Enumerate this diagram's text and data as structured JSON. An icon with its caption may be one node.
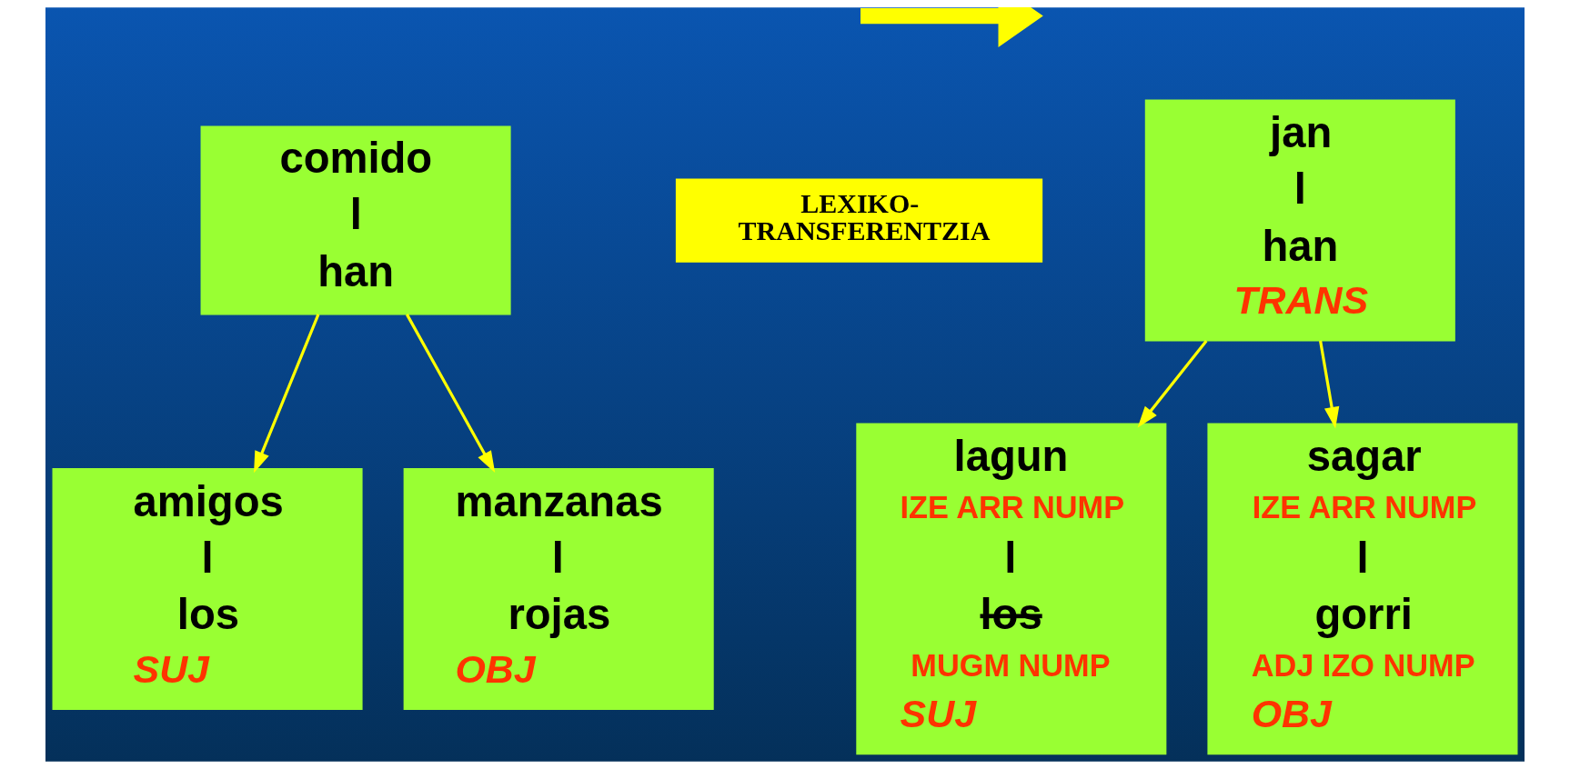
{
  "diagram": {
    "nodes": [
      {
        "text": [
          "comido",
          "l",
          "han"
        ]
      },
      {
        "text": [
          "amigos",
          "l",
          "los",
          "SUJ"
        ]
      },
      {
        "text": [
          "manzanas",
          "l",
          "rojas",
          "OBJ"
        ]
      },
      {
        "text": [
          "jan",
          "l",
          "han",
          "TRANS"
        ]
      },
      {
        "text": [
          "lagun",
          "IZE ARR NUMP",
          "l",
          "los",
          "MUGM NUMP",
          "SUJ"
        ]
      },
      {
        "text": [
          "sagar",
          "IZE ARR NUMP",
          "l",
          "gorri",
          "ADJ IZO NUMP",
          "OBJ"
        ]
      },
      {
        "text": [
          "LEXIKO- TRANSFERENTZIA"
        ]
      }
    ],
    "edges": [
      {
        "from": 0,
        "to": 1,
        "arrow": "to"
      },
      {
        "from": 0,
        "to": 2,
        "arrow": "to"
      },
      {
        "from": 3,
        "to": 4,
        "arrow": "to"
      },
      {
        "from": 3,
        "to": 5,
        "arrow": "to"
      }
    ]
  }
}
